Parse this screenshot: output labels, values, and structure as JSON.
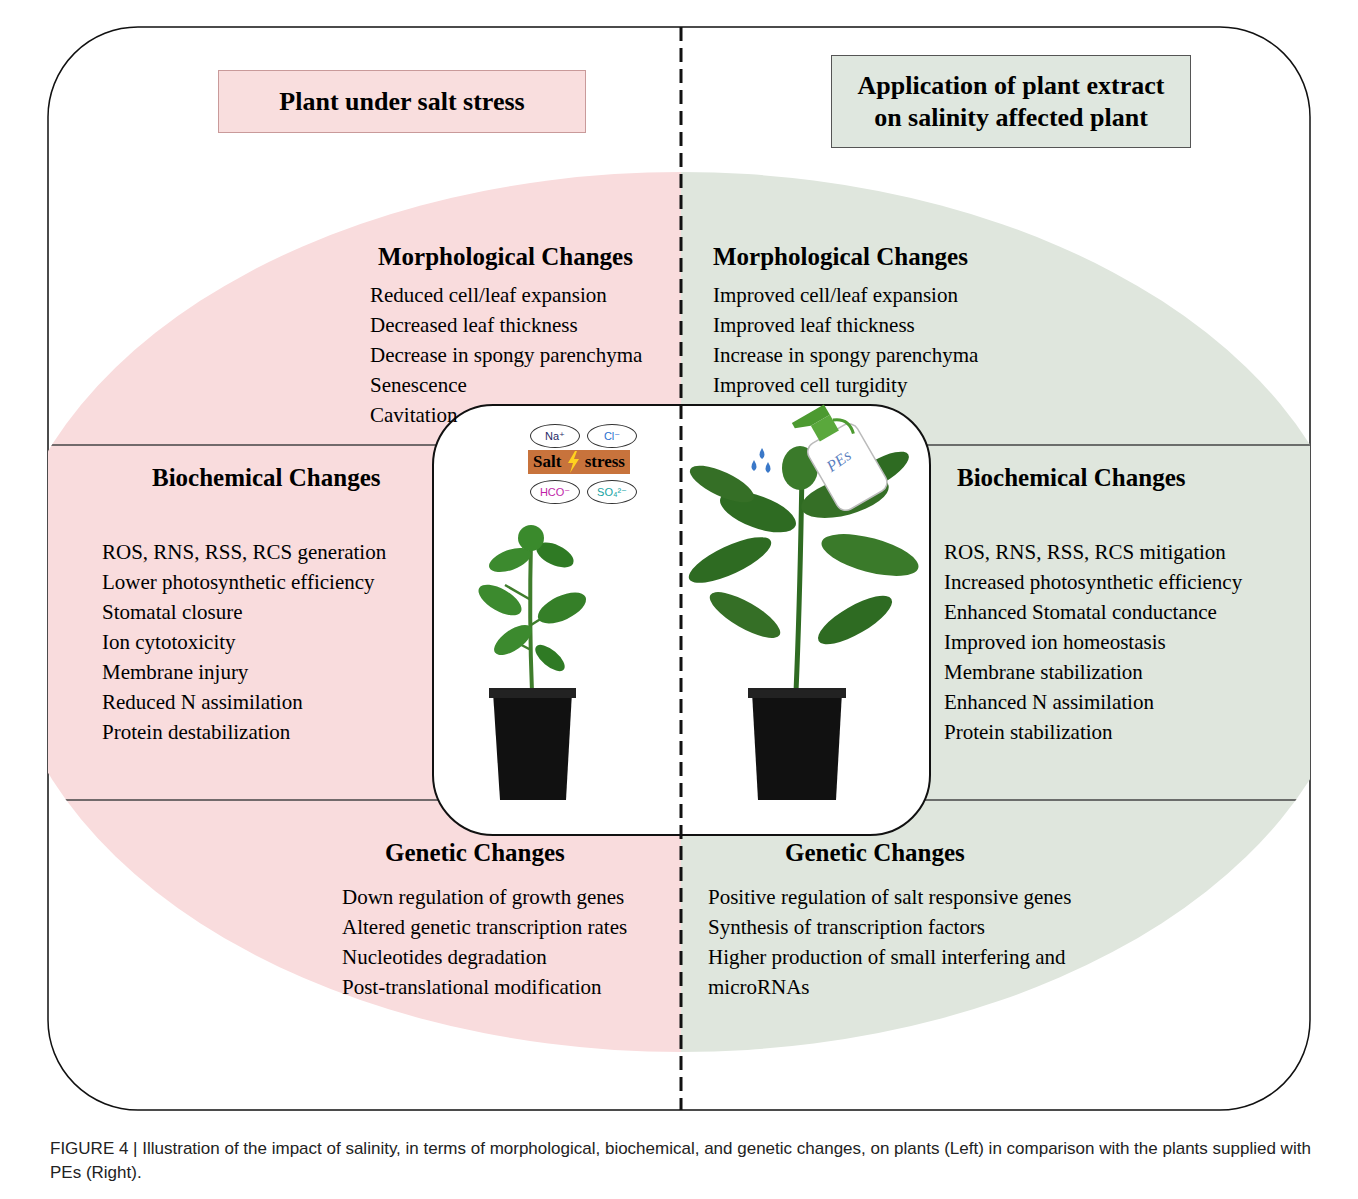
{
  "diagram": {
    "caption": "FIGURE 4 | Illustration of the impact of salinity, in terms of morphological, biochemical, and genetic changes, on plants (Left) in comparison with the plants supplied with PEs (Right).",
    "nodes": [
      {
        "text": [
          "Plant under salt stress"
        ]
      },
      {
        "text": [
          "Application of plant extract on salinity affected plant"
        ]
      },
      {
        "text": [
          "Morphological Changes",
          "Reduced cell/leaf expansion",
          "Decreased leaf thickness",
          "Decrease in spongy parenchyma",
          "Senescence",
          "Cavitation"
        ]
      },
      {
        "text": [
          "Morphological Changes",
          "Improved cell/leaf expansion",
          "Improved leaf thickness",
          "Increase in spongy parenchyma",
          "Improved cell turgidity"
        ]
      },
      {
        "text": [
          "Biochemical Changes",
          "ROS, RNS, RSS, RCS generation",
          "Lower photosynthetic efficiency",
          "Stomatal closure",
          "Ion cytotoxicity",
          "Membrane injury",
          "Reduced N assimilation",
          "Protein destabilization"
        ]
      },
      {
        "text": [
          "Biochemical Changes",
          "ROS, RNS, RSS, RCS mitigation",
          "Increased photosynthetic efficiency",
          "Enhanced Stomatal conductance",
          "Improved ion homeostasis",
          "Membrane stabilization",
          "Enhanced N assimilation",
          "Protein stabilization"
        ]
      },
      {
        "text": [
          "Na⁺"
        ]
      },
      {
        "text": [
          "Cl⁻"
        ]
      },
      {
        "text": [
          "Salt",
          "stress"
        ]
      },
      {
        "text": [
          "HCO⁻"
        ]
      },
      {
        "text": [
          "SO₄²⁻"
        ]
      },
      {
        "text": [
          "Genetic Changes",
          "Down regulation of growth genes",
          "Altered genetic transcription rates",
          "Nucleotides degradation",
          "Post-translational modification"
        ]
      },
      {
        "text": [
          "Genetic Changes",
          "Positive regulation of salt responsive genes",
          "Synthesis of transcription factors",
          "Higher production of small interfering and microRNAs"
        ]
      }
    ],
    "labels": [
      "PEs"
    ]
  }
}
